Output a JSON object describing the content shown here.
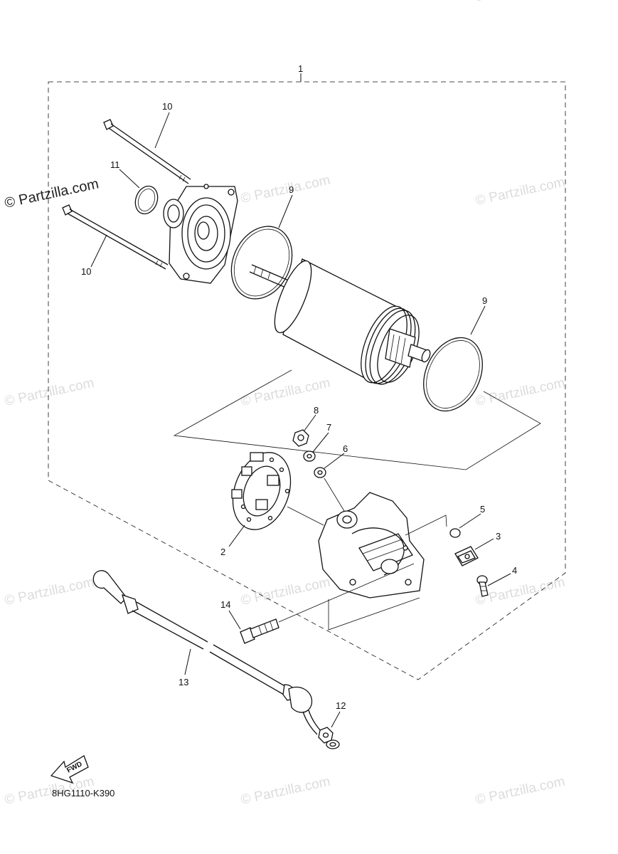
{
  "diagram": {
    "code": "8HG1110-K390",
    "fwd_label": "FWD",
    "callouts": {
      "assembly": "1",
      "brush_holder": "2",
      "clip": "3",
      "screw": "4",
      "washer_5": "5",
      "washer_6": "6",
      "washer_7": "7",
      "nut_8": "8",
      "oring_upper": "9",
      "oring_lower": "9",
      "bolt_upper": "10",
      "bolt_lower": "10",
      "oring_11": "11",
      "nut_12": "12",
      "lead_wire": "13",
      "bolt_14": "14"
    }
  },
  "watermark": {
    "text": "© Partzilla.com",
    "strong_text": "© Partzilla.com"
  }
}
